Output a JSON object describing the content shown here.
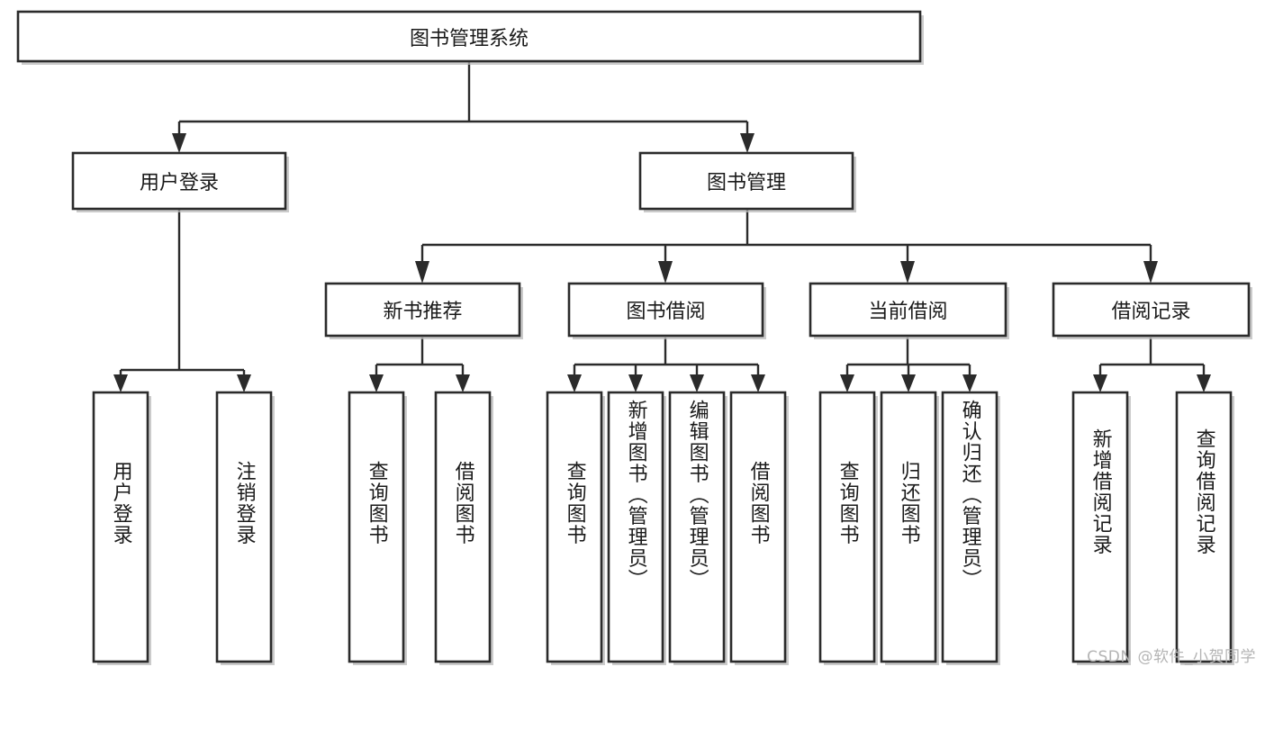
{
  "diagram": {
    "type": "tree-hierarchy",
    "title": "图书管理系统",
    "watermark": "CSDN @软件_小贺同学",
    "colors": {
      "stroke": "#2b2b2b",
      "fill": "#ffffff",
      "shadow": "#b9b9b9",
      "text": "#1a1a1a",
      "watermark": "#b4b4b4"
    },
    "root": {
      "label": "图书管理系统",
      "orientation": "horizontal"
    },
    "level1": [
      {
        "label": "用户登录",
        "orientation": "horizontal"
      },
      {
        "label": "图书管理",
        "orientation": "horizontal"
      }
    ],
    "level2": [
      {
        "label": "新书推荐",
        "orientation": "horizontal"
      },
      {
        "label": "图书借阅",
        "orientation": "horizontal"
      },
      {
        "label": "当前借阅",
        "orientation": "horizontal"
      },
      {
        "label": "借阅记录",
        "orientation": "horizontal"
      }
    ],
    "leaves": {
      "user_login": [
        {
          "label": "用户登录",
          "orientation": "vertical"
        },
        {
          "label": "注销登录",
          "orientation": "vertical"
        }
      ],
      "new_book_recommend": [
        {
          "label": "查询图书",
          "orientation": "vertical"
        },
        {
          "label": "借阅图书",
          "orientation": "vertical"
        }
      ],
      "book_borrow": [
        {
          "label": "查询图书",
          "orientation": "vertical"
        },
        {
          "label": "新增图书（管理员）",
          "orientation": "vertical"
        },
        {
          "label": "编辑图书（管理员）",
          "orientation": "vertical"
        },
        {
          "label": "借阅图书",
          "orientation": "vertical"
        }
      ],
      "current_borrow": [
        {
          "label": "查询图书",
          "orientation": "vertical"
        },
        {
          "label": "归还图书",
          "orientation": "vertical"
        },
        {
          "label": "确认归还（管理员）",
          "orientation": "vertical"
        }
      ],
      "borrow_record": [
        {
          "label": "新增借阅记录",
          "orientation": "vertical"
        },
        {
          "label": "查询借阅记录",
          "orientation": "vertical"
        }
      ]
    }
  }
}
